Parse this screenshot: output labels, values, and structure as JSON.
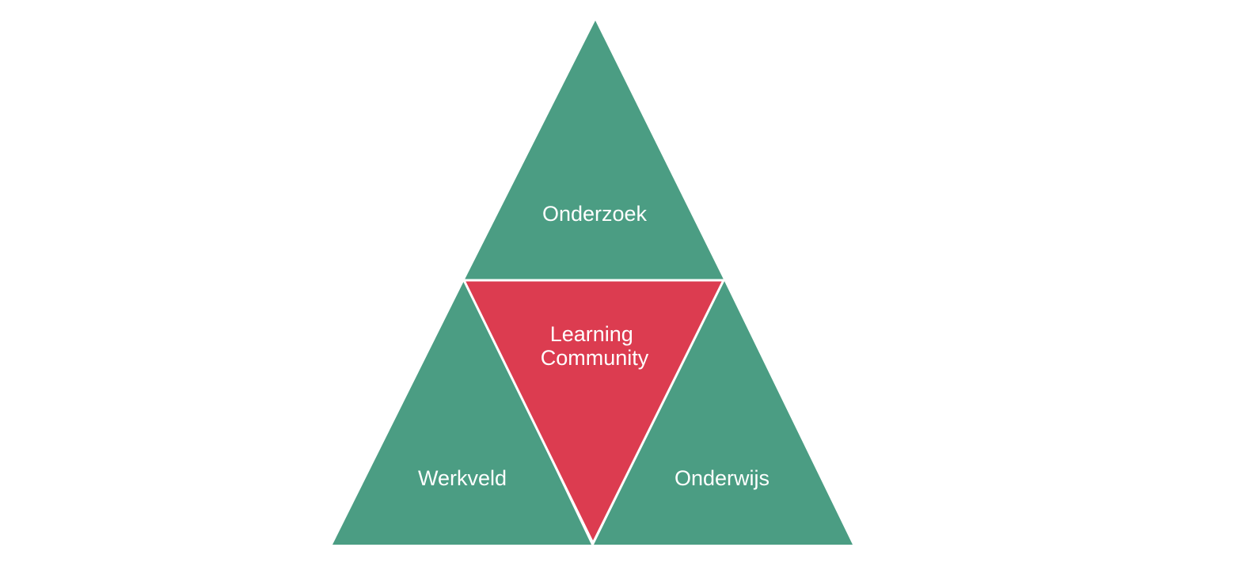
{
  "diagram": {
    "top": {
      "label": "Onderzoek"
    },
    "center": {
      "line1": "Learning",
      "line2": "Community"
    },
    "left": {
      "label": "Werkveld"
    },
    "right": {
      "label": "Onderwijs"
    }
  },
  "colors": {
    "outer_triangles": "#4b9d83",
    "center_triangle": "#dc3c50",
    "label_text": "#ffffff",
    "background": "#ffffff"
  }
}
